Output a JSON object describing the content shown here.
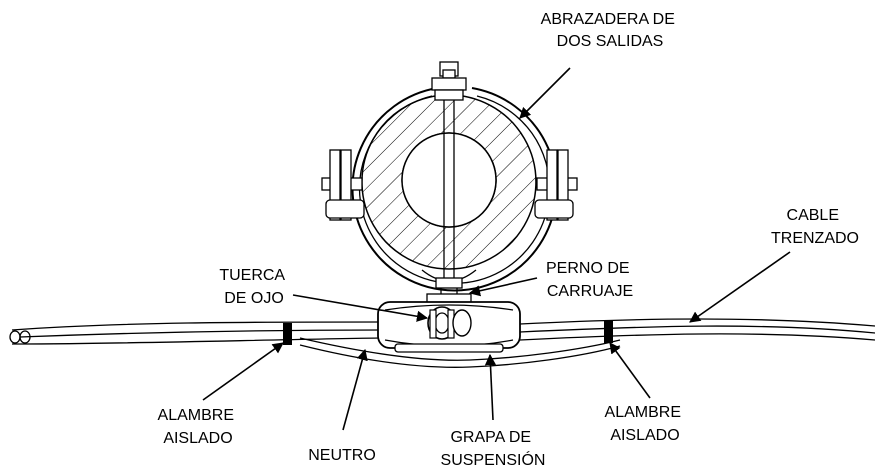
{
  "labels": {
    "clamp": [
      "ABRAZADERA DE",
      "DOS SALIDAS"
    ],
    "cable": [
      "CABLE",
      "TRENZADO"
    ],
    "eye_nut": [
      "TUERCA",
      "DE OJO"
    ],
    "carriage_bolt": [
      "PERNO DE",
      "CARRUAJE"
    ],
    "insulated_wire_left": [
      "ALAMBRE",
      "AISLADO"
    ],
    "neutral": [
      "NEUTRO"
    ],
    "suspension_clamp": [
      "GRAPA DE",
      "SUSPENSIÓN"
    ],
    "insulated_wire_right": [
      "ALAMBRE",
      "AISLADO"
    ]
  }
}
